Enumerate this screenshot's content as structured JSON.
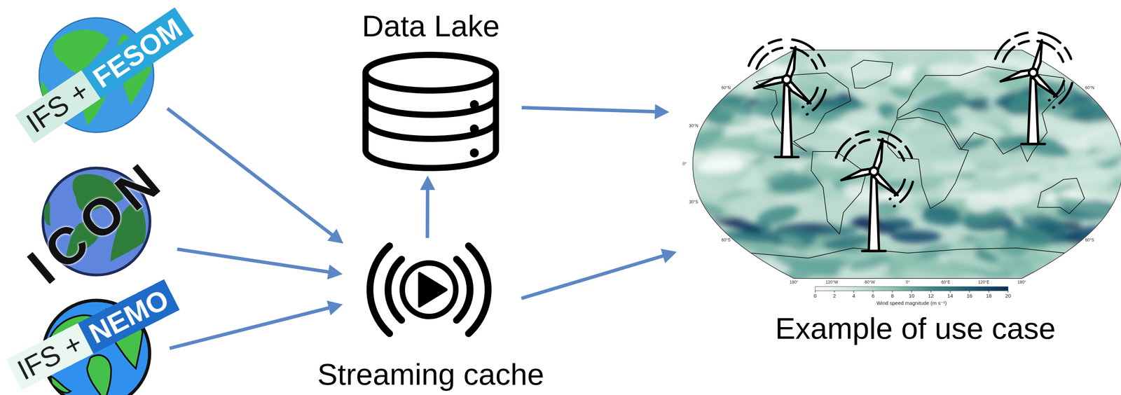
{
  "diagram": {
    "nodes": [
      {
        "text": [
          "IFS +",
          "FESOM"
        ]
      },
      {
        "text": [
          "ICON"
        ]
      },
      {
        "text": [
          "IFS +",
          "NEMO"
        ]
      },
      {
        "text": [
          "Data Lake"
        ]
      },
      {
        "text": [
          "Streaming cache"
        ]
      },
      {
        "text": [
          "Example of use case"
        ]
      }
    ],
    "edges": [
      {
        "from": 0,
        "to": 4,
        "arrow": "to"
      },
      {
        "from": 1,
        "to": 4,
        "arrow": "to"
      },
      {
        "from": 2,
        "to": 4,
        "arrow": "to"
      },
      {
        "from": 4,
        "to": 3,
        "arrow": "to"
      },
      {
        "from": 3,
        "to": 5,
        "arrow": "to"
      },
      {
        "from": 4,
        "to": 5,
        "arrow": "to"
      }
    ],
    "labels": [
      "60°N",
      "30°N",
      "0°",
      "30°S",
      "60°S",
      "60°N",
      "60°S",
      "180°",
      "120°W",
      "60°W",
      "0°",
      "60°E",
      "120°E",
      "180°",
      "0",
      "2",
      "4",
      "6",
      "8",
      "10",
      "12",
      "14",
      "16",
      "18",
      "20",
      "Wind speed magnitude (m s⁻¹)"
    ]
  }
}
